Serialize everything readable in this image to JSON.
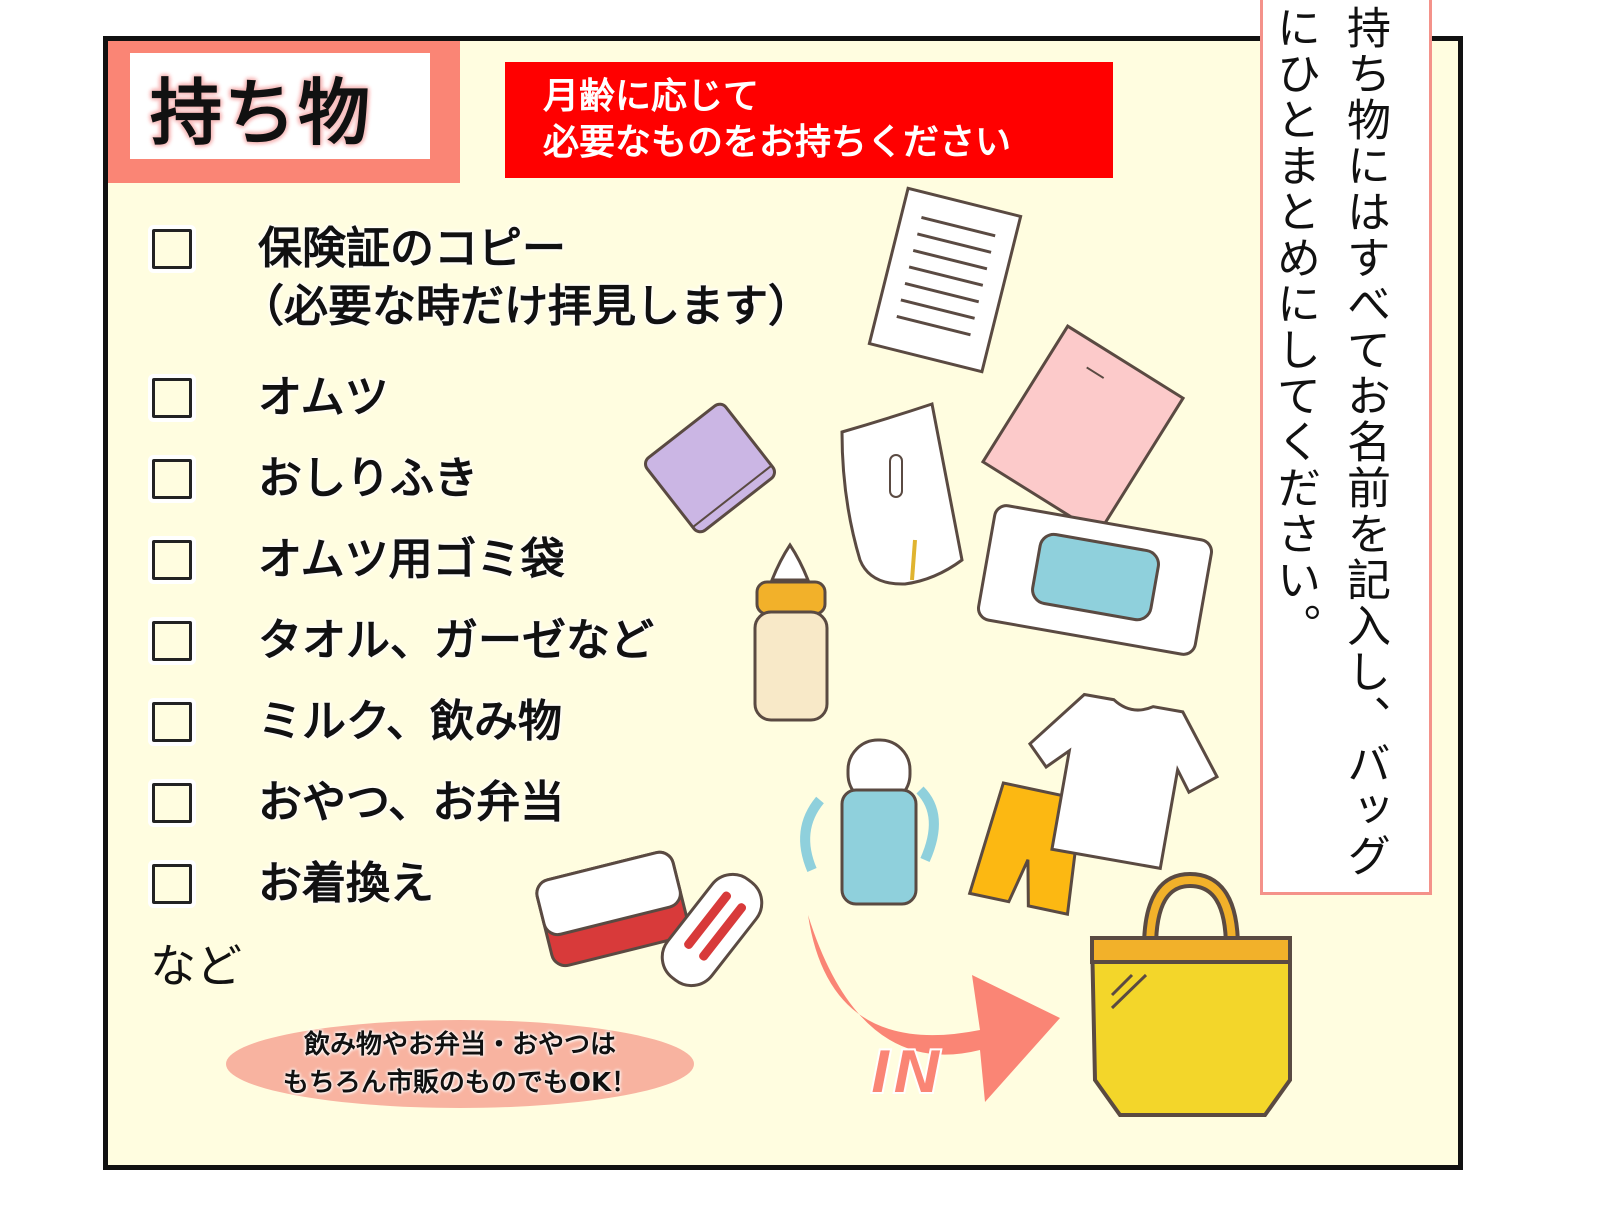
{
  "header": {
    "title": "持ち物",
    "banner_line1": "月齢に応じて",
    "banner_line2": "必要なものをお持ちください"
  },
  "side_note": {
    "text": "持ち物にはすべてお名前を記入し、バッグにひとまとめにしてください。"
  },
  "checklist": {
    "items": [
      {
        "label": "保険証のコピー",
        "sub": "（必要な時だけ拝見します）",
        "checked": false
      },
      {
        "label": "オムツ",
        "checked": false
      },
      {
        "label": "おしりふき",
        "checked": false
      },
      {
        "label": "オムツ用ゴミ袋",
        "checked": false
      },
      {
        "label": "タオル、ガーゼなど",
        "checked": false
      },
      {
        "label": "ミルク、飲み物",
        "checked": false
      },
      {
        "label": "おやつ、お弁当",
        "checked": false
      },
      {
        "label": "お着換え",
        "checked": false
      }
    ],
    "footer": "など"
  },
  "note_bubble": {
    "line1": "飲み物やお弁当・おやつは",
    "line2": "もちろん市販のものでもOK！"
  },
  "arrow": {
    "label": "IN"
  },
  "illustrations": [
    "document-icon",
    "towel-icon",
    "diaper-icon",
    "pink-booklet-icon",
    "wet-wipes-icon",
    "baby-bottle-icon",
    "sippy-cup-icon",
    "tshirt-icon",
    "shorts-icon",
    "lunchbox-icon",
    "cutlery-case-icon",
    "tote-bag-icon"
  ],
  "colors": {
    "background": "#fffde0",
    "title_box": "#fa8575",
    "banner": "#ff0000",
    "arrow": "#fa8575",
    "bag": "#f3d62a",
    "side_border": "#f4928a"
  }
}
